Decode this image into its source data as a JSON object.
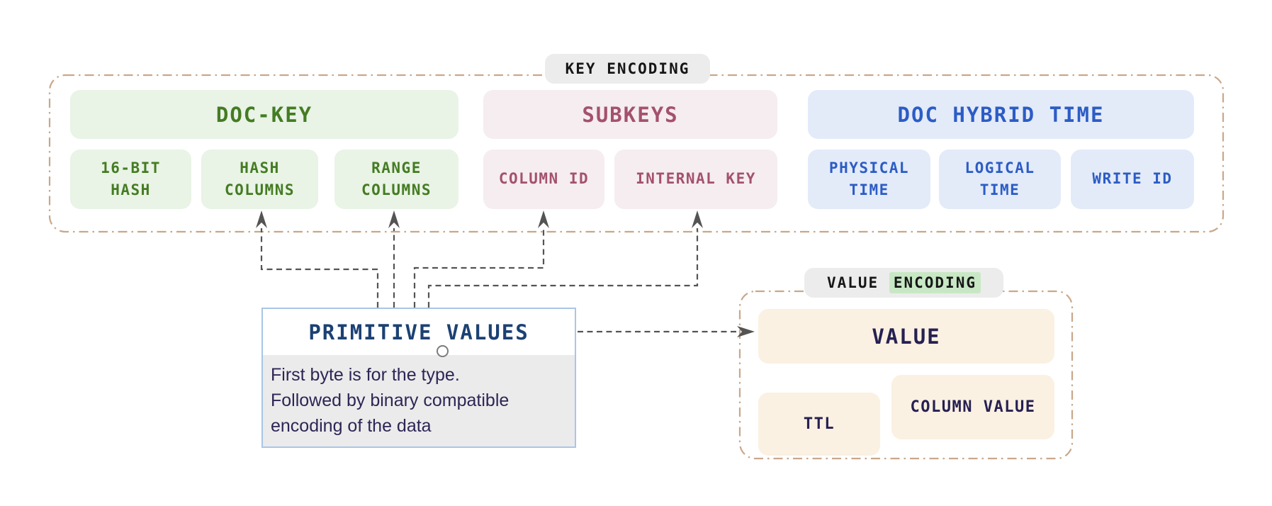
{
  "colors": {
    "canvas_bg": "#ffffff",
    "outline_dash": "#c9a78a",
    "arrow": "#545454",
    "pill_bg": "#ececec",
    "pill_text": "#161616",
    "highlight_green": "#c8e8c5",
    "green_bg": "#e9f3e6",
    "green_text": "#447c22",
    "rose_bg": "#f5edf0",
    "rose_text": "#a4516d",
    "blue_bg": "#e3ebf9",
    "blue_text": "#2c5cc5",
    "cream_bg": "#faf1e2",
    "cream_text": "#262052",
    "pv_border": "#a9c6e6",
    "pv_title": "#1c4173",
    "pv_body_bg": "#ebebeb",
    "pv_text": "#2d2655"
  },
  "key_encoding": {
    "label": "KEY ENCODING",
    "doc_key": {
      "title": "DOC-KEY",
      "items": [
        {
          "label": "16-BIT\nHASH"
        },
        {
          "label": "HASH\nCOLUMNS"
        },
        {
          "label": "RANGE\nCOLUMNS"
        }
      ]
    },
    "subkeys": {
      "title": "SUBKEYS",
      "items": [
        {
          "label": "COLUMN ID"
        },
        {
          "label": "INTERNAL KEY"
        }
      ]
    },
    "doc_hybrid_time": {
      "title": "DOC HYBRID TIME",
      "items": [
        {
          "label": "PHYSICAL\nTIME"
        },
        {
          "label": "LOGICAL\nTIME"
        },
        {
          "label": "WRITE ID"
        }
      ]
    }
  },
  "primitive_values": {
    "title": "PRIMITIVE VALUES",
    "description": "First byte is for the type.\nFollowed by binary compatible\nencoding of the data"
  },
  "value_encoding": {
    "label_plain": "VALUE ",
    "label_highlighted": "ENCODING",
    "value_label": "VALUE",
    "ttl_label": "TTL",
    "column_value_label": "COLUMN VALUE"
  }
}
